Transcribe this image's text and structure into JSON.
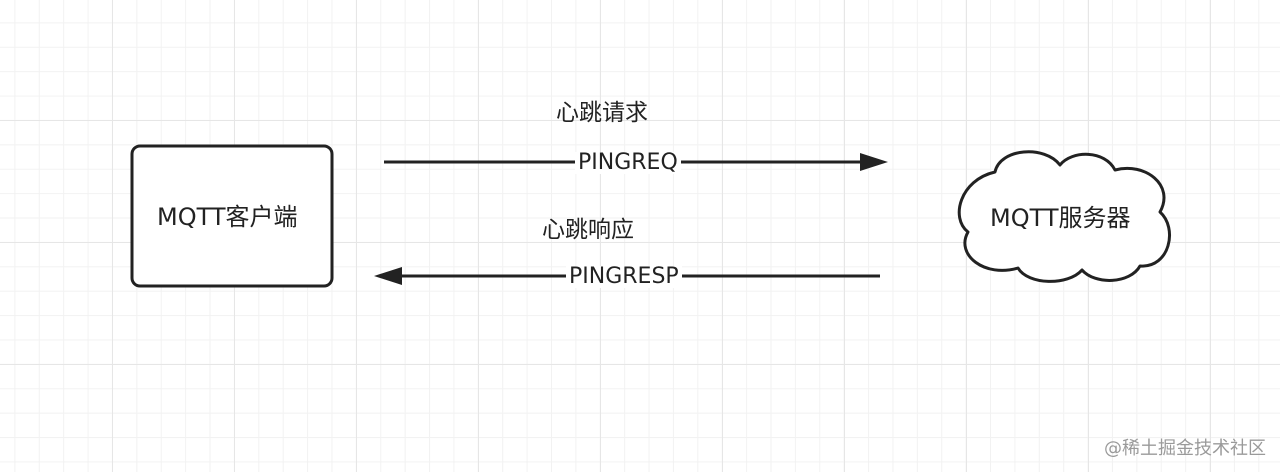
{
  "nodes": {
    "client": {
      "label": "MQTT客户端",
      "shape": "rounded-rectangle"
    },
    "server": {
      "label": "MQTT服务器",
      "shape": "cloud"
    }
  },
  "messages": [
    {
      "from": "client",
      "to": "server",
      "title": "心跳请求",
      "label": "PINGREQ"
    },
    {
      "from": "server",
      "to": "client",
      "title": "心跳响应",
      "label": "PINGRESP"
    }
  ],
  "watermark": "@稀土掘金技术社区",
  "colors": {
    "stroke": "#222222",
    "grid": "#e6e6e6",
    "background": "#ffffff",
    "watermark": "#9a9a9a"
  }
}
